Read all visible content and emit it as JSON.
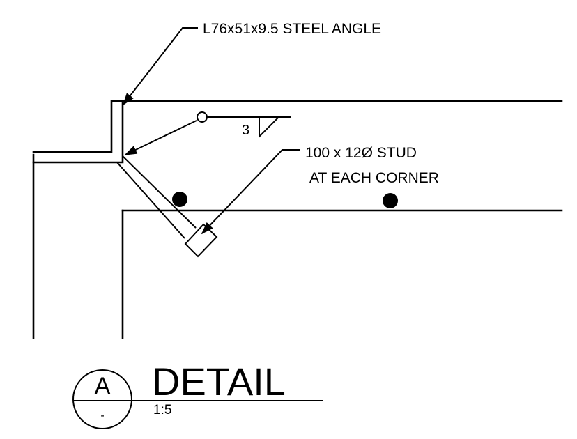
{
  "labels": {
    "angle": "L76x51x9.5 STEEL ANGLE",
    "weld_size": "3",
    "stud_line1": "100 x 12Ø STUD",
    "stud_line2": "AT EACH CORNER"
  },
  "title_block": {
    "detail_letter": "A",
    "sheet_ref": "-",
    "title": "DETAIL",
    "scale": "1:5"
  },
  "colors": {
    "line": "#000000",
    "background": "#ffffff"
  }
}
